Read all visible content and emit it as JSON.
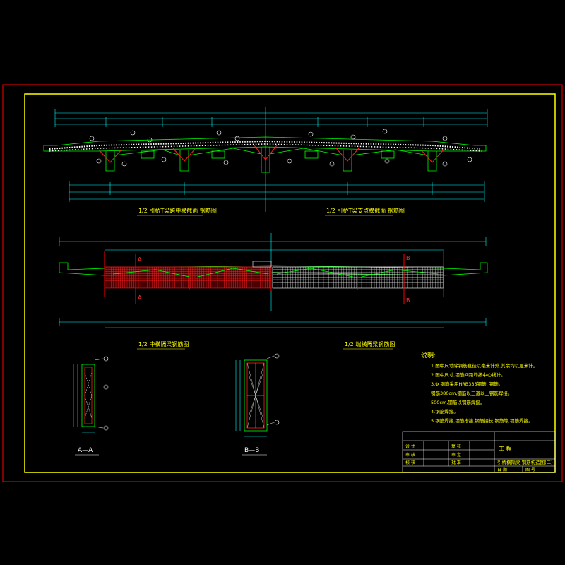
{
  "drawing": {
    "colors": {
      "frame": "#ff0000",
      "border": "#ffff00",
      "line": "#00ff00",
      "rebar": "#ff2020",
      "text": "#ffffff",
      "dim": "#00ffff"
    },
    "titles": {
      "top_left": "1/2 引桥T梁跨中横截面 钢筋图",
      "top_right": "1/2 引桥T梁支点横截面 钢筋图",
      "mid_left": "1/2 中横隔梁钢筋图",
      "mid_right": "1/2 端横隔梁钢筋图",
      "sec_a": "A—A",
      "sec_b": "B—B"
    },
    "section_marks": {
      "a": "A",
      "b": "B"
    },
    "notes": {
      "heading": "说明:",
      "items": [
        "1.图中尺寸除钢筋直径以毫米计外,其余均以厘米计。",
        "2.图中尺寸,钢筋间距均按中心线计。",
        "3.Φ 钢筋采用HRB335钢筋, 钢筋。",
        "  钢筋380cm,钢筋以三道以上钢筋焊接。",
        "  500cm,钢筋以钢筋焊接。",
        "4.钢筋焊接。",
        "5.钢筋焊接,钢筋搭接,钢筋接长,钢筋等,钢筋焊接。"
      ]
    },
    "title_block": {
      "project_label": "工 程",
      "drawing_name": "引桥横隔梁 钢筋构造图(二)",
      "rows": [
        [
          "设 计",
          "复 核"
        ],
        [
          "审 核",
          "审 定"
        ],
        [
          "校 核",
          "批 准"
        ]
      ],
      "date_label": "日 期",
      "sheet_label": "图 号"
    }
  }
}
